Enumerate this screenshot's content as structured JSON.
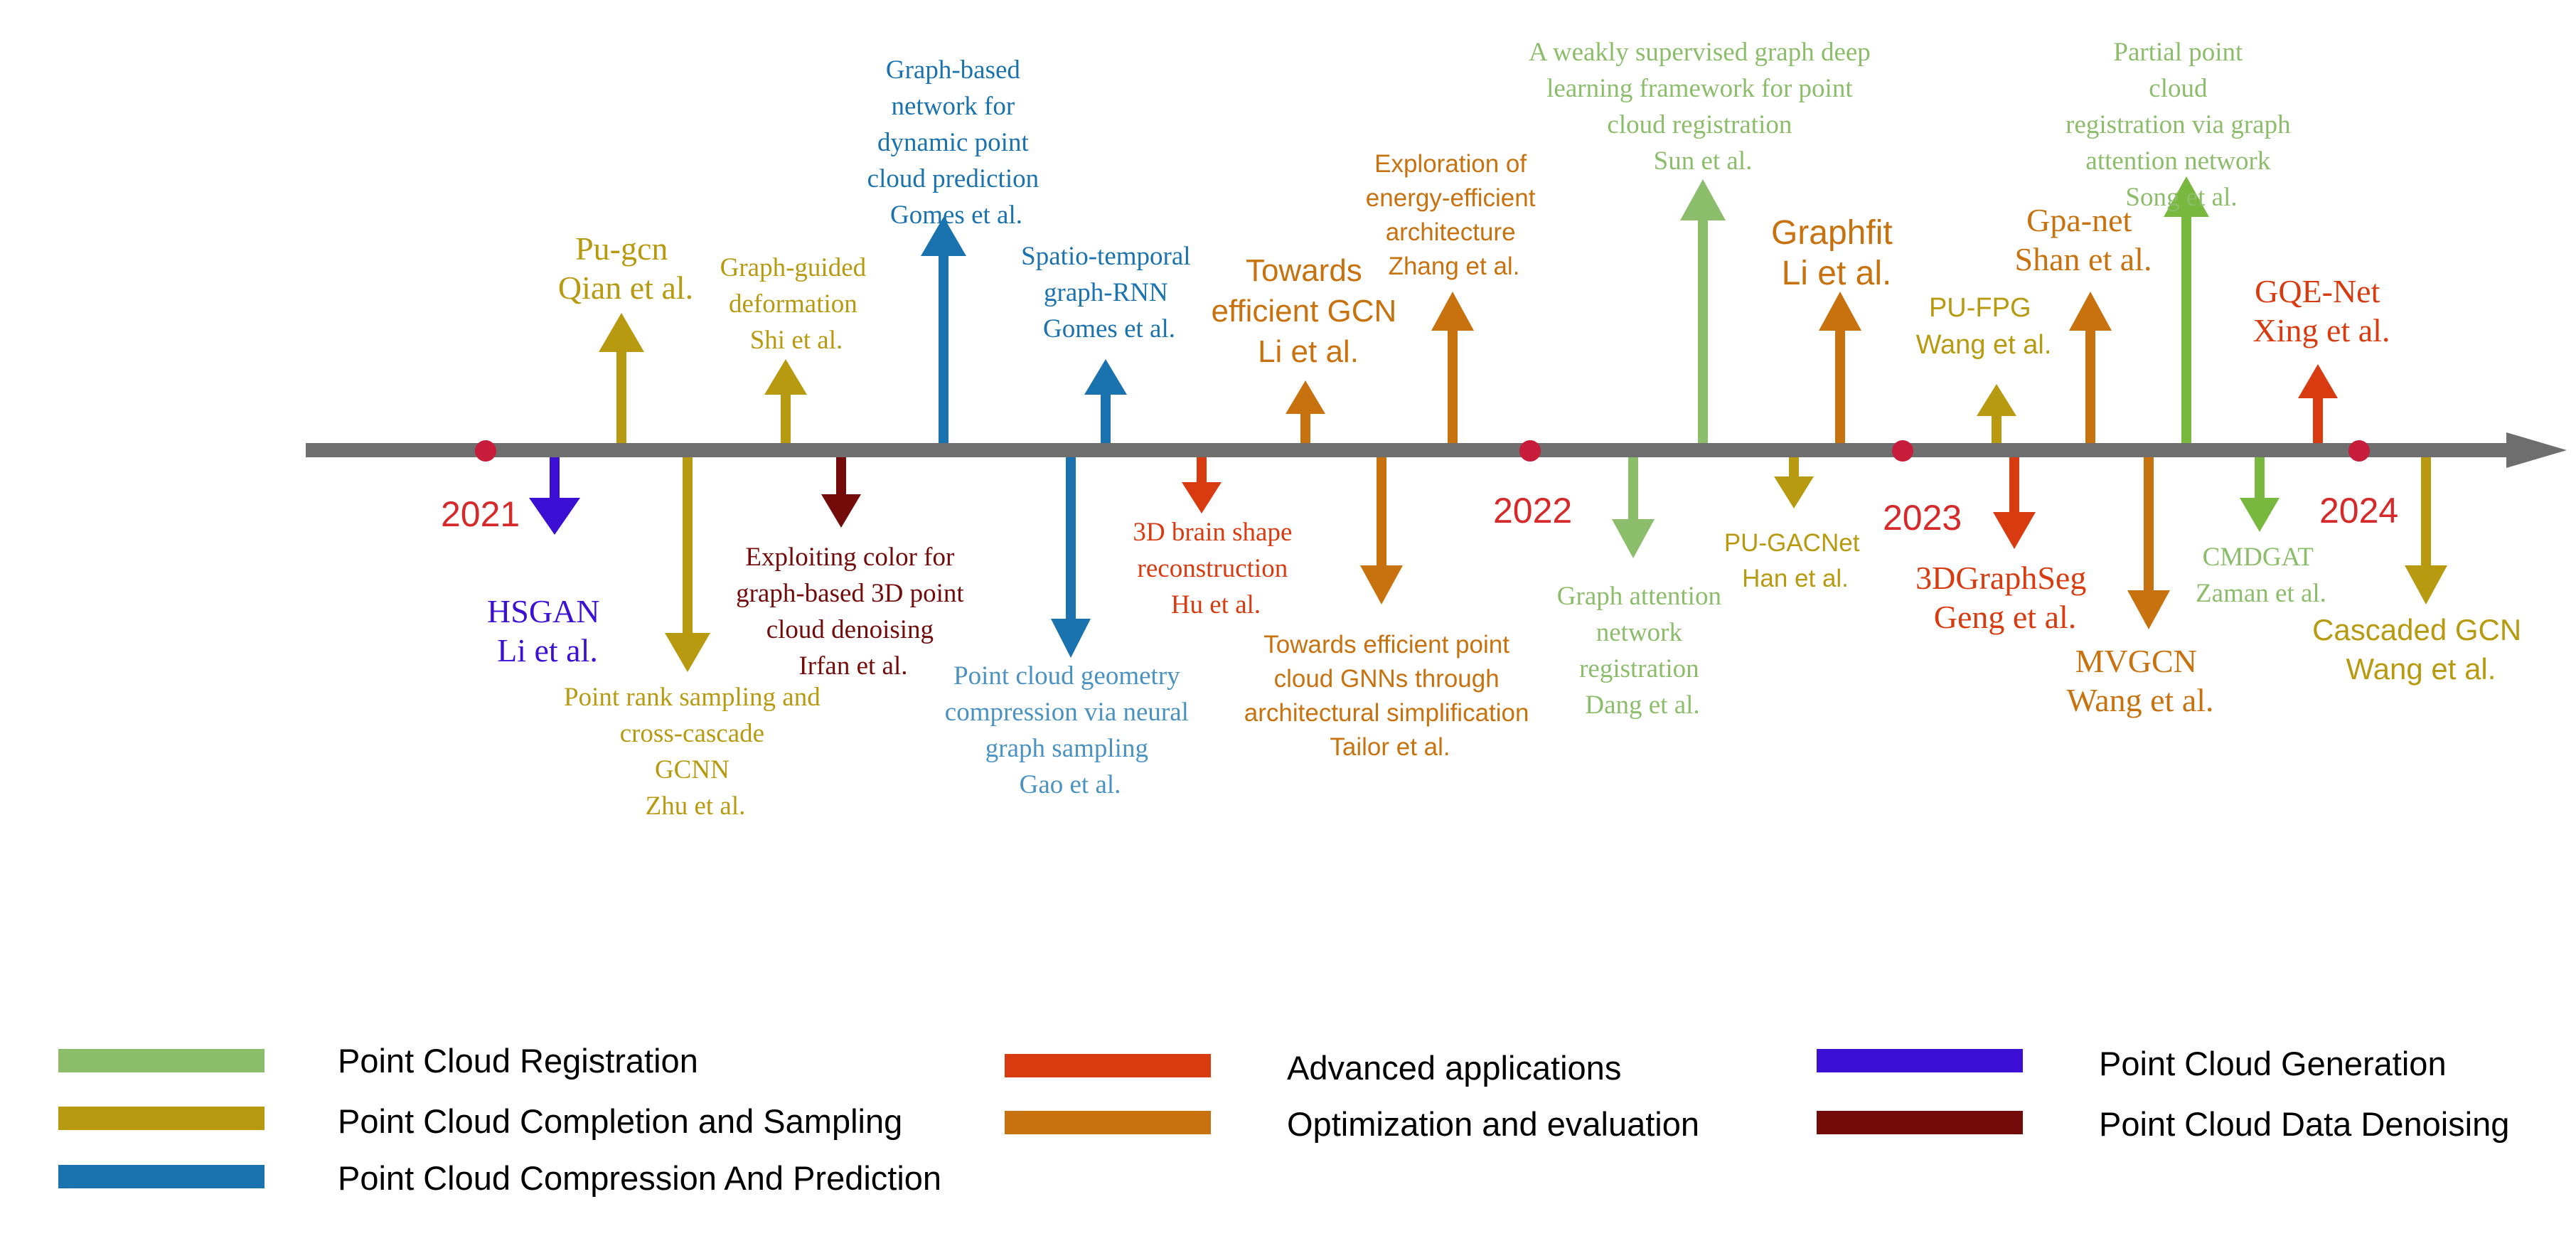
{
  "colors": {
    "registration": "#8cbd6b",
    "completion": "#b89a11",
    "compression": "#1a72ae",
    "applications": "#d83b0f",
    "optimization": "#c8720f",
    "generation": "#3b10d4",
    "denoising": "#740b0b",
    "axis": "#6e6e6e",
    "year": "#d62a2a",
    "dot": "#c71c3a"
  },
  "timeline": {
    "years": [
      {
        "label": "2021"
      },
      {
        "label": "2022"
      },
      {
        "label": "2023"
      },
      {
        "label": "2024"
      }
    ]
  },
  "events": [
    {
      "id": "hsgan",
      "category": "generation",
      "lines": [
        "HSGAN",
        "Li et al."
      ]
    },
    {
      "id": "pugcn",
      "category": "completion",
      "lines": [
        "Pu-gcn",
        "Qian et al."
      ]
    },
    {
      "id": "point-rank",
      "category": "completion",
      "lines": [
        "Point rank sampling and",
        "cross-cascade",
        "GCNN",
        "Zhu et al."
      ]
    },
    {
      "id": "graph-guided",
      "category": "completion",
      "lines": [
        "Graph-guided",
        "deformation",
        "Shi et al."
      ]
    },
    {
      "id": "exploiting-color",
      "category": "denoising",
      "lines": [
        "Exploiting color for",
        "graph-based 3D point",
        "cloud denoising",
        "Irfan et al."
      ]
    },
    {
      "id": "graph-based-network",
      "category": "compression",
      "lines": [
        "Graph-based",
        "network for",
        "dynamic point",
        "cloud prediction",
        "Gomes et al."
      ]
    },
    {
      "id": "pc-geometry-compression",
      "category": "compression",
      "lines": [
        "Point cloud geometry",
        "compression via neural",
        "graph sampling",
        "Gao et al."
      ]
    },
    {
      "id": "spatio-temporal",
      "category": "compression",
      "lines": [
        "Spatio-temporal",
        "graph-RNN",
        "Gomes et al."
      ]
    },
    {
      "id": "brain-shape",
      "category": "applications",
      "lines": [
        "3D brain shape",
        "reconstruction",
        "Hu et al."
      ]
    },
    {
      "id": "towards-efficient-gcn",
      "category": "optimization",
      "lines": [
        "Towards",
        "efficient GCN",
        "Li et al."
      ]
    },
    {
      "id": "towards-efficient-gnn",
      "category": "optimization",
      "lines": [
        "Towards efficient point",
        "cloud GNNs through",
        "architectural simplification",
        "Tailor et al."
      ]
    },
    {
      "id": "energy-efficient",
      "category": "optimization",
      "lines": [
        "Exploration of",
        "energy-efficient",
        "architecture",
        "Zhang et al."
      ]
    },
    {
      "id": "graph-attention-reg",
      "category": "registration",
      "lines": [
        "Graph attention",
        "network",
        "registration",
        "Dang et al."
      ]
    },
    {
      "id": "weakly-supervised",
      "category": "registration",
      "lines": [
        "A weakly supervised graph deep",
        "learning framework for point",
        "cloud registration",
        "Sun et al."
      ]
    },
    {
      "id": "pu-gacnet",
      "category": "completion",
      "lines": [
        "PU-GACNet",
        "Han et al."
      ]
    },
    {
      "id": "graphfit",
      "category": "optimization",
      "lines": [
        "Graphfit",
        "Li et al."
      ]
    },
    {
      "id": "pu-fpg",
      "category": "completion",
      "lines": [
        "PU-FPG",
        "Wang et al."
      ]
    },
    {
      "id": "3dgraphseg",
      "category": "applications",
      "lines": [
        "3DGraphSeg",
        "Geng et al."
      ]
    },
    {
      "id": "gpa-net",
      "category": "optimization",
      "lines": [
        "Gpa-net",
        "Shan et al."
      ]
    },
    {
      "id": "mvgcn",
      "category": "optimization",
      "lines": [
        "MVGCN",
        "Wang et al."
      ]
    },
    {
      "id": "partial-pc-reg",
      "category": "registration",
      "lines": [
        "Partial point",
        "cloud",
        "registration via graph",
        "attention network",
        "Song et al."
      ]
    },
    {
      "id": "cmdgat",
      "category": "registration",
      "lines": [
        "CMDGAT",
        "Zaman et al."
      ]
    },
    {
      "id": "gqe-net",
      "category": "applications",
      "lines": [
        "GQE-Net",
        "Xing et al."
      ]
    },
    {
      "id": "cascaded-gcn",
      "category": "completion",
      "lines": [
        "Cascaded GCN",
        "Wang et al."
      ]
    }
  ],
  "legend": [
    {
      "category": "registration",
      "label": "Point Cloud Registration"
    },
    {
      "category": "completion",
      "label": "Point Cloud Completion and Sampling"
    },
    {
      "category": "compression",
      "label": "Point Cloud Compression And Prediction"
    },
    {
      "category": "applications",
      "label": "Advanced applications"
    },
    {
      "category": "optimization",
      "label": "Optimization and evaluation"
    },
    {
      "category": "generation",
      "label": "Point Cloud Generation"
    },
    {
      "category": "denoising",
      "label": "Point Cloud Data Denoising"
    }
  ]
}
